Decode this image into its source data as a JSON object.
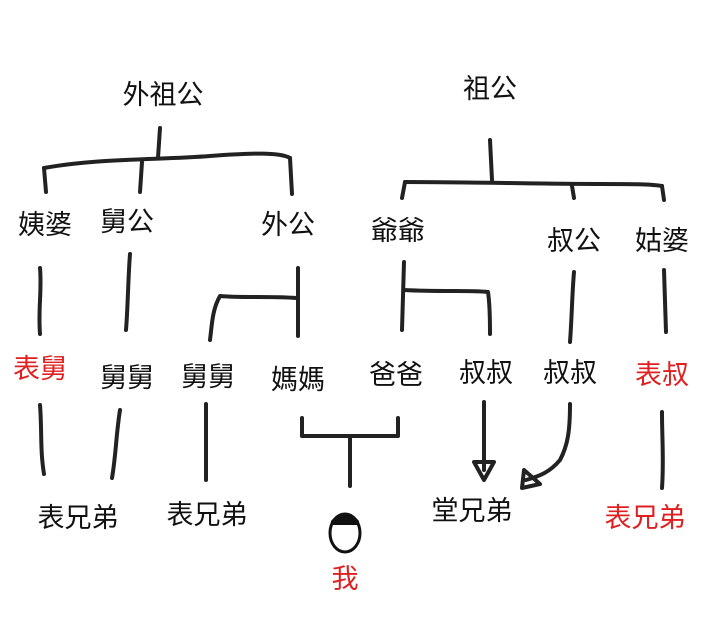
{
  "colors": {
    "ink": "#111111",
    "highlight": "#e02020"
  },
  "nodes": {
    "maternal_grandfather": "外祖公",
    "paternal_grandfather": "祖公",
    "grand_aunt_maternal": "姨婆",
    "grand_uncle_maternal": "舅公",
    "grandfather_maternal": "外公",
    "grandfather_paternal": "爺爺",
    "grand_uncle_paternal": "叔公",
    "grand_aunt_paternal": "姑婆",
    "biao_jiu": "表舅",
    "jiujiu_a": "舅舅",
    "jiujiu_b": "舅舅",
    "mother": "媽媽",
    "father": "爸爸",
    "shushu_a": "叔叔",
    "shushu_b": "叔叔",
    "biao_shu": "表叔",
    "cousin_biao_a": "表兄弟",
    "cousin_biao_b": "表兄弟",
    "me": "我",
    "cousin_tang": "堂兄弟",
    "cousin_biao_c": "表兄弟"
  }
}
